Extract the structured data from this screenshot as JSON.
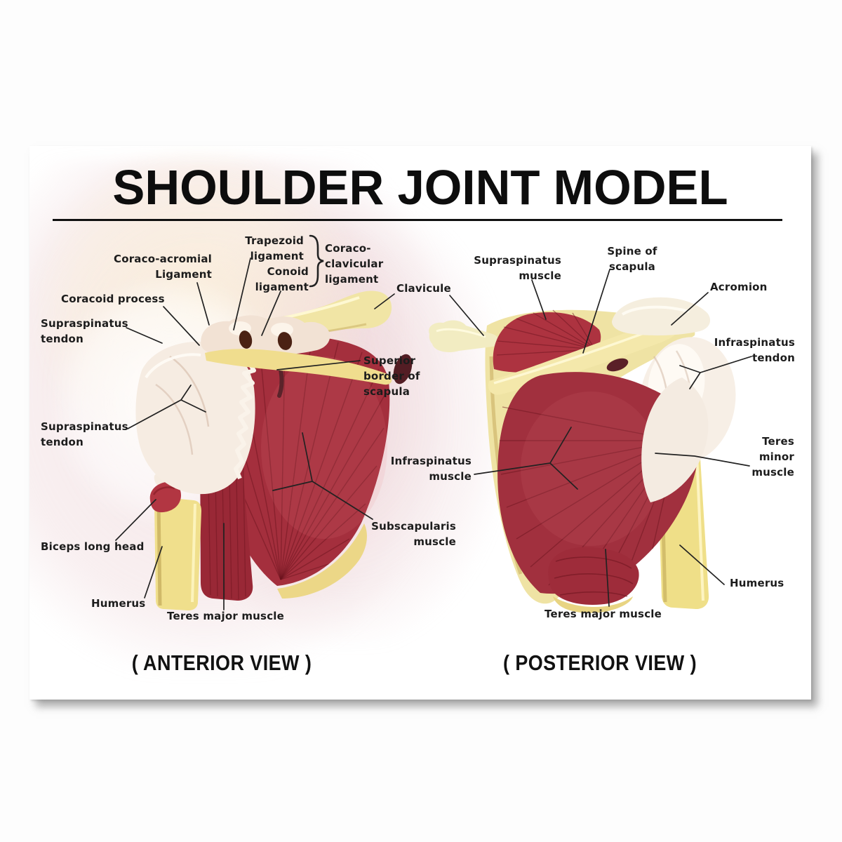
{
  "poster": {
    "title": "SHOULDER JOINT MODEL",
    "anterior_caption": "( ANTERIOR VIEW )",
    "posterior_caption": "( POSTERIOR VIEW )"
  },
  "anterior_labels": {
    "trapezoid_ligament": "Trapezoid\nligament",
    "conoid_ligament": "Conoid\nligament",
    "coraco_clavicular_ligament": "Coraco-\nclavicular\nligament",
    "coraco_acromial_ligament": "Coraco-acromial\nLigament",
    "coracoid_process": "Coracoid process",
    "supraspinatus_tendon_upper": "Supraspinatus\ntendon",
    "supraspinatus_tendon_lower": "Supraspinatus\ntendon",
    "clavicule": "Clavicule",
    "superior_border_of_scapula": "Superior\nborder of\nscapula",
    "subscapularis_muscle": "Subscapularis\nmuscle",
    "biceps_long_head": "Biceps long head",
    "humerus": "Humerus",
    "teres_major_muscle": "Teres major muscle"
  },
  "posterior_labels": {
    "supraspinatus_muscle": "Supraspinatus\nmuscle",
    "spine_of_scapula": "Spine of\nscapula",
    "acromion": "Acromion",
    "infraspinatus_tendon": "Infraspinatus\ntendon",
    "infraspinatus_muscle": "Infraspinatus\nmuscle",
    "teres_minor_muscle": "Teres\nminor\nmuscle",
    "humerus": "Humerus",
    "teres_major_muscle": "Teres major muscle"
  },
  "colors": {
    "muscle_red": "#a42f3d",
    "muscle_dark": "#7e1f2b",
    "bone_yellow": "#f1e294",
    "tendon_cream": "#f6ece2",
    "leader_line": "#222222",
    "text": "#1c1c1c"
  }
}
